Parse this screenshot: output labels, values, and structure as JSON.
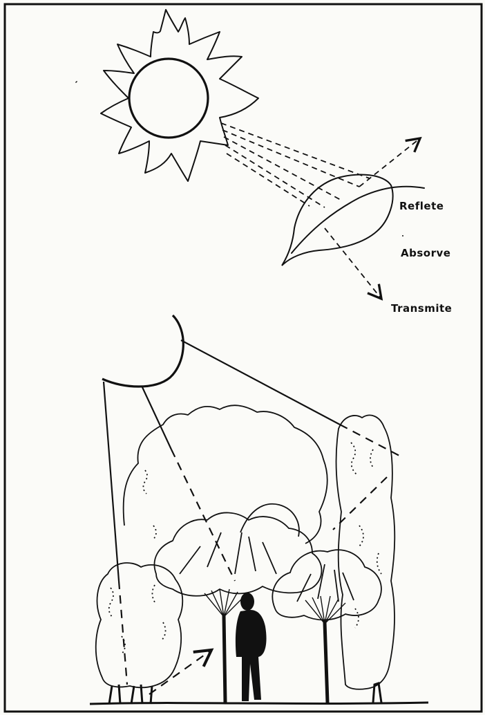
{
  "labels": {
    "reflete": "Reflete",
    "absorve": "Absorve",
    "transmite": "Transmite"
  },
  "colors": {
    "ink": "#111111",
    "paper": "#fbfbf8"
  },
  "icons": [
    "sun-icon",
    "leaf-icon",
    "tree-icon",
    "person-silhouette-icon"
  ]
}
